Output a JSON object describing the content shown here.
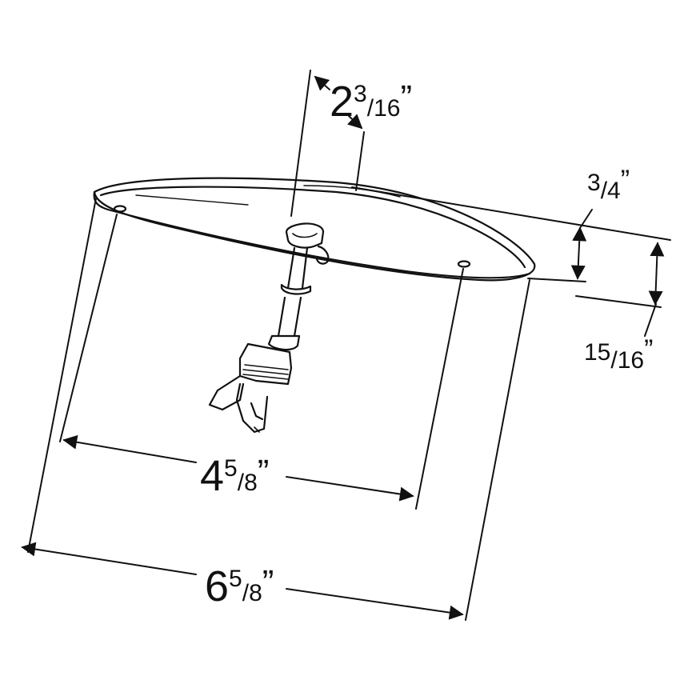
{
  "diagram": {
    "colors": {
      "line": "#111111",
      "background": "#ffffff"
    },
    "dimensions": {
      "stem_offset": {
        "whole": "2",
        "num": "3",
        "den": "16",
        "unit": "”"
      },
      "lens_height": {
        "whole": "",
        "num": "3",
        "den": "4",
        "unit": "”"
      },
      "overall_height": {
        "whole": "",
        "num": "15",
        "den": "16",
        "unit": "”"
      },
      "mount_spacing": {
        "whole": "4",
        "num": "5",
        "den": "8",
        "unit": "”"
      },
      "overall_width": {
        "whole": "6",
        "num": "5",
        "den": "8",
        "unit": "”"
      }
    }
  }
}
